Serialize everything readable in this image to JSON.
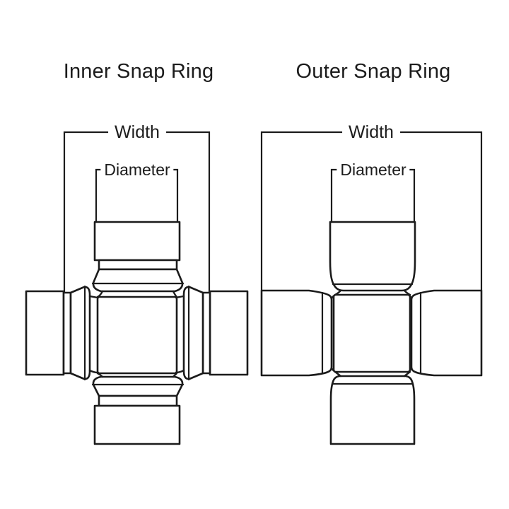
{
  "page": {
    "background_color": "#ffffff",
    "line_color": "#1b1b1b"
  },
  "diagrams": {
    "inner": {
      "title": "Inner Snap Ring",
      "width_label": "Width",
      "diameter_label": "Diameter"
    },
    "outer": {
      "title": "Outer Snap Ring",
      "width_label": "Width",
      "diameter_label": "Diameter"
    }
  }
}
